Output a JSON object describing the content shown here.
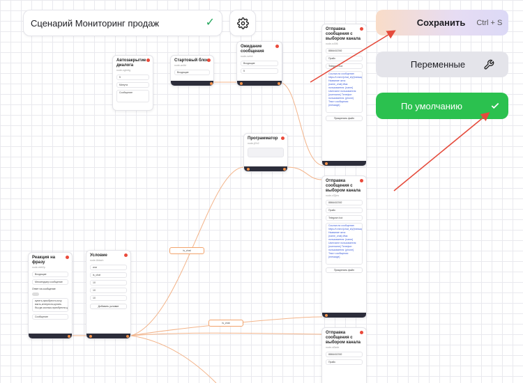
{
  "header": {
    "scenario_title": "Сценарий Мониторинг продаж",
    "save_label": "Сохранить",
    "save_shortcut": "Ctrl + S",
    "variables_label": "Переменные",
    "default_label": "По умолчанию"
  },
  "colors": {
    "accent_green": "#2bc14f",
    "arrow_red": "#e54b3c",
    "edge_orange": "#f3914a",
    "node_footer": "#2c2d3a"
  },
  "icons": {
    "title_status": "check-icon",
    "settings": "gear-icon",
    "variables": "wrench-icon",
    "default": "check-icon"
  },
  "nodes": {
    "autoclose": {
      "title": "Автозакрытие диалога",
      "sub": "node-ngbrrtg",
      "field1": "5",
      "field2": "Минута",
      "field3": "Сообщение"
    },
    "start": {
      "title": "Стартовый блок",
      "sub": "node-ar4bt",
      "field1": "Входящие"
    },
    "waiting": {
      "title": "Ожидание сообщения",
      "sub": "node-vvrb4",
      "field1": "Входящие",
      "field2": "5"
    },
    "programmer": {
      "title": "Программатор",
      "sub": "node-jt7e2",
      "field1": ""
    },
    "send1": {
      "title": "Отправка сообщения с выбором канала",
      "sub": "node-rcl3f6",
      "field1": "8866402392",
      "field2": "Прайс",
      "field3": "Telegram bot",
      "body": "Ссылка на сообщение: https://t.me/c/{chat_id}/{message_id} Название чата: {name_chat} Имя пользователя: {name} Username пользователя: {username} Телефон пользователя: {phone} Текст сообщения: {message}",
      "attach": "Прикрепить файл"
    },
    "send2": {
      "title": "Отправка сообщения с выбором канала",
      "sub": "node-xl7jbrs",
      "field1": "8866402392",
      "field2": "Прайс",
      "field3": "Telegram bot",
      "body": "Ссылка на сообщение: https://t.me/c/{chat_id}/{message_id} Название чата: {name_chat} Имя пользователя: {name} Username пользователя: {username} Телефон пользователя: {phone} Текст сообщения: {message}",
      "attach": "Прикрепить файл"
    },
    "send3": {
      "title": "Отправка сообщения с выбором канала",
      "sub": "node-xt3zde",
      "field1": "8866402392",
      "field2": "Прайс"
    },
    "phrase": {
      "title": "Реакция на фразу",
      "sub": "node-rrbtl2p",
      "field1": "Входящие",
      "field2": "Мессенджер сообщение",
      "reply_label": "Ответ на сообщение",
      "text": "купить,приобрести,хочу взять,интересно,купить бы,где,сколько,приобрести,цена",
      "field3": "Сообщение"
    },
    "condition": {
      "title": "Условие",
      "sub": "node-6bksrb",
      "field1": "или",
      "rows": [
        "is_chat",
        "10",
        "10",
        "10"
      ],
      "add": "Добавить условие"
    }
  },
  "edge_tags": {
    "tag1": "is_chat",
    "tag2": "is_chat"
  }
}
